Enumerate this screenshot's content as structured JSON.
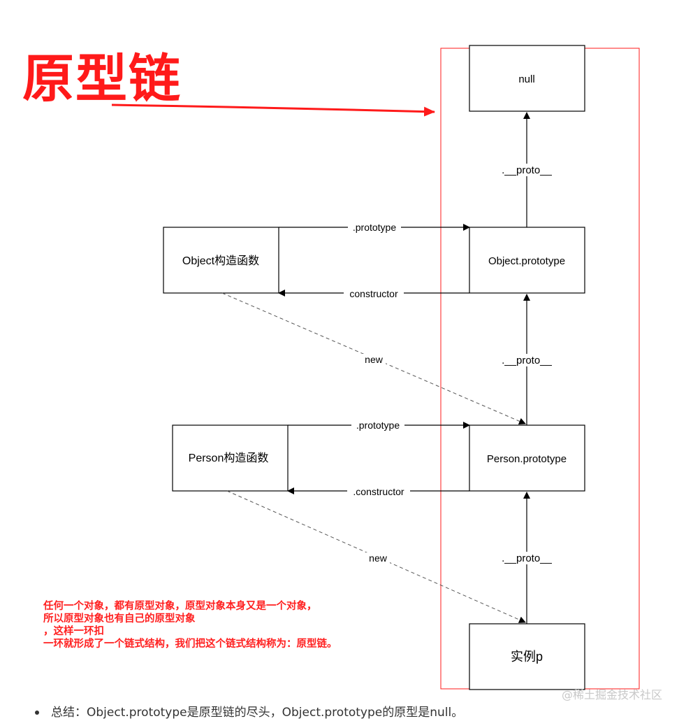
{
  "title": "原型链",
  "boxes": {
    "null": "null",
    "object_constructor": "Object构造函数",
    "object_prototype": "Object.prototype",
    "person_constructor": "Person构造函数",
    "person_prototype": "Person.prototype",
    "instance": "实例p"
  },
  "edges": {
    "proto_1": ".__proto__",
    "proto_2": ".__proto__",
    "proto_3": ".__proto__",
    "prototype_obj": ".prototype",
    "prototype_person": ".prototype",
    "constructor_obj": "constructor",
    "constructor_person": ".constructor",
    "new_obj": "new",
    "new_person": "new"
  },
  "note": "任何一个对象，都有原型对象，原型对象本身又是一个对象，\n所以原型对象也有自己的原型对象\n，这样一环扣\n一环就形成了一个链式结构，我们把这个链式结构称为：原型链。",
  "summary": "总结：Object.prototype是原型链的尽头，Object.prototype的原型是null。",
  "watermark": "@稀土掘金技术社区",
  "colors": {
    "accent": "#ff1a1a",
    "line": "#000000",
    "dashed": "#555555"
  }
}
